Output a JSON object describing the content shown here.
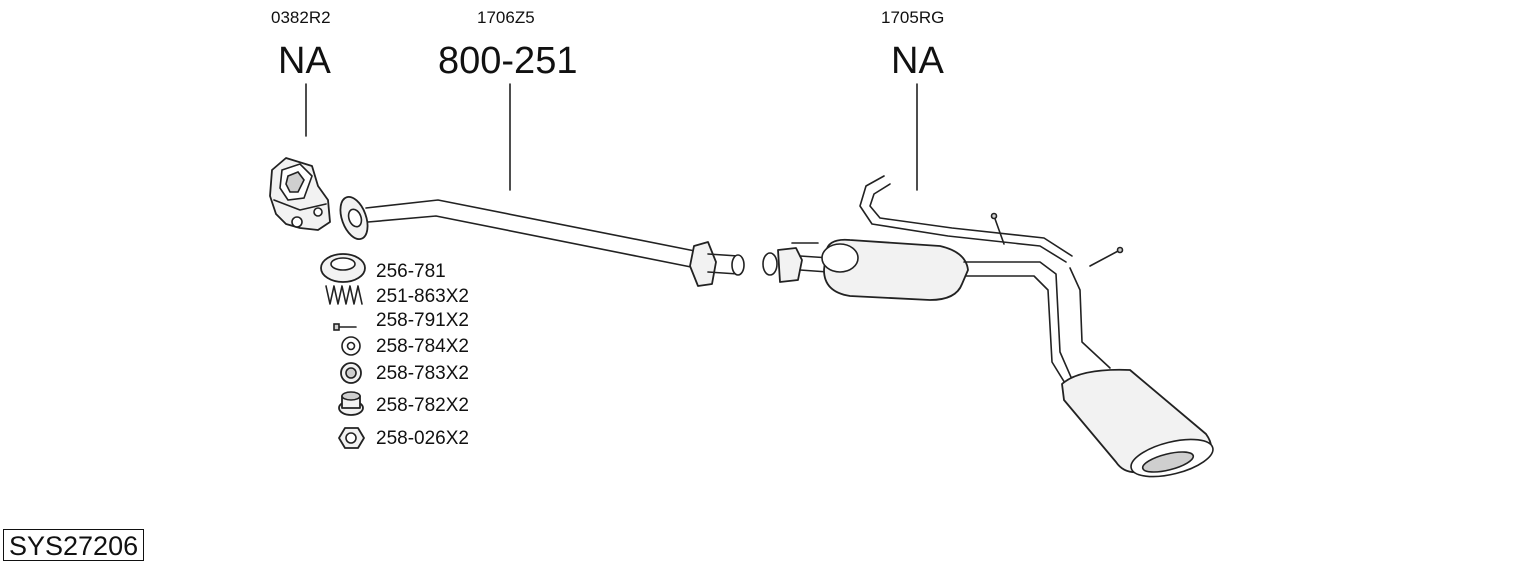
{
  "sections": [
    {
      "code": "0382R2",
      "part": "NA"
    },
    {
      "code": "1706Z5",
      "part": "800-251"
    },
    {
      "code": "1705RG",
      "part": "NA"
    }
  ],
  "kit_items": [
    {
      "label": "256-781",
      "icon": "gasket-ring-icon"
    },
    {
      "label": "251-863X2",
      "icon": "spring-icon"
    },
    {
      "label": "258-791X2",
      "icon": "bolt-icon"
    },
    {
      "label": "258-784X2",
      "icon": "washer-icon"
    },
    {
      "label": "258-783X2",
      "icon": "rubber-mount-icon"
    },
    {
      "label": "258-782X2",
      "icon": "bushing-icon"
    },
    {
      "label": "258-026X2",
      "icon": "hex-nut-icon"
    }
  ],
  "system_code": "SYS27206"
}
